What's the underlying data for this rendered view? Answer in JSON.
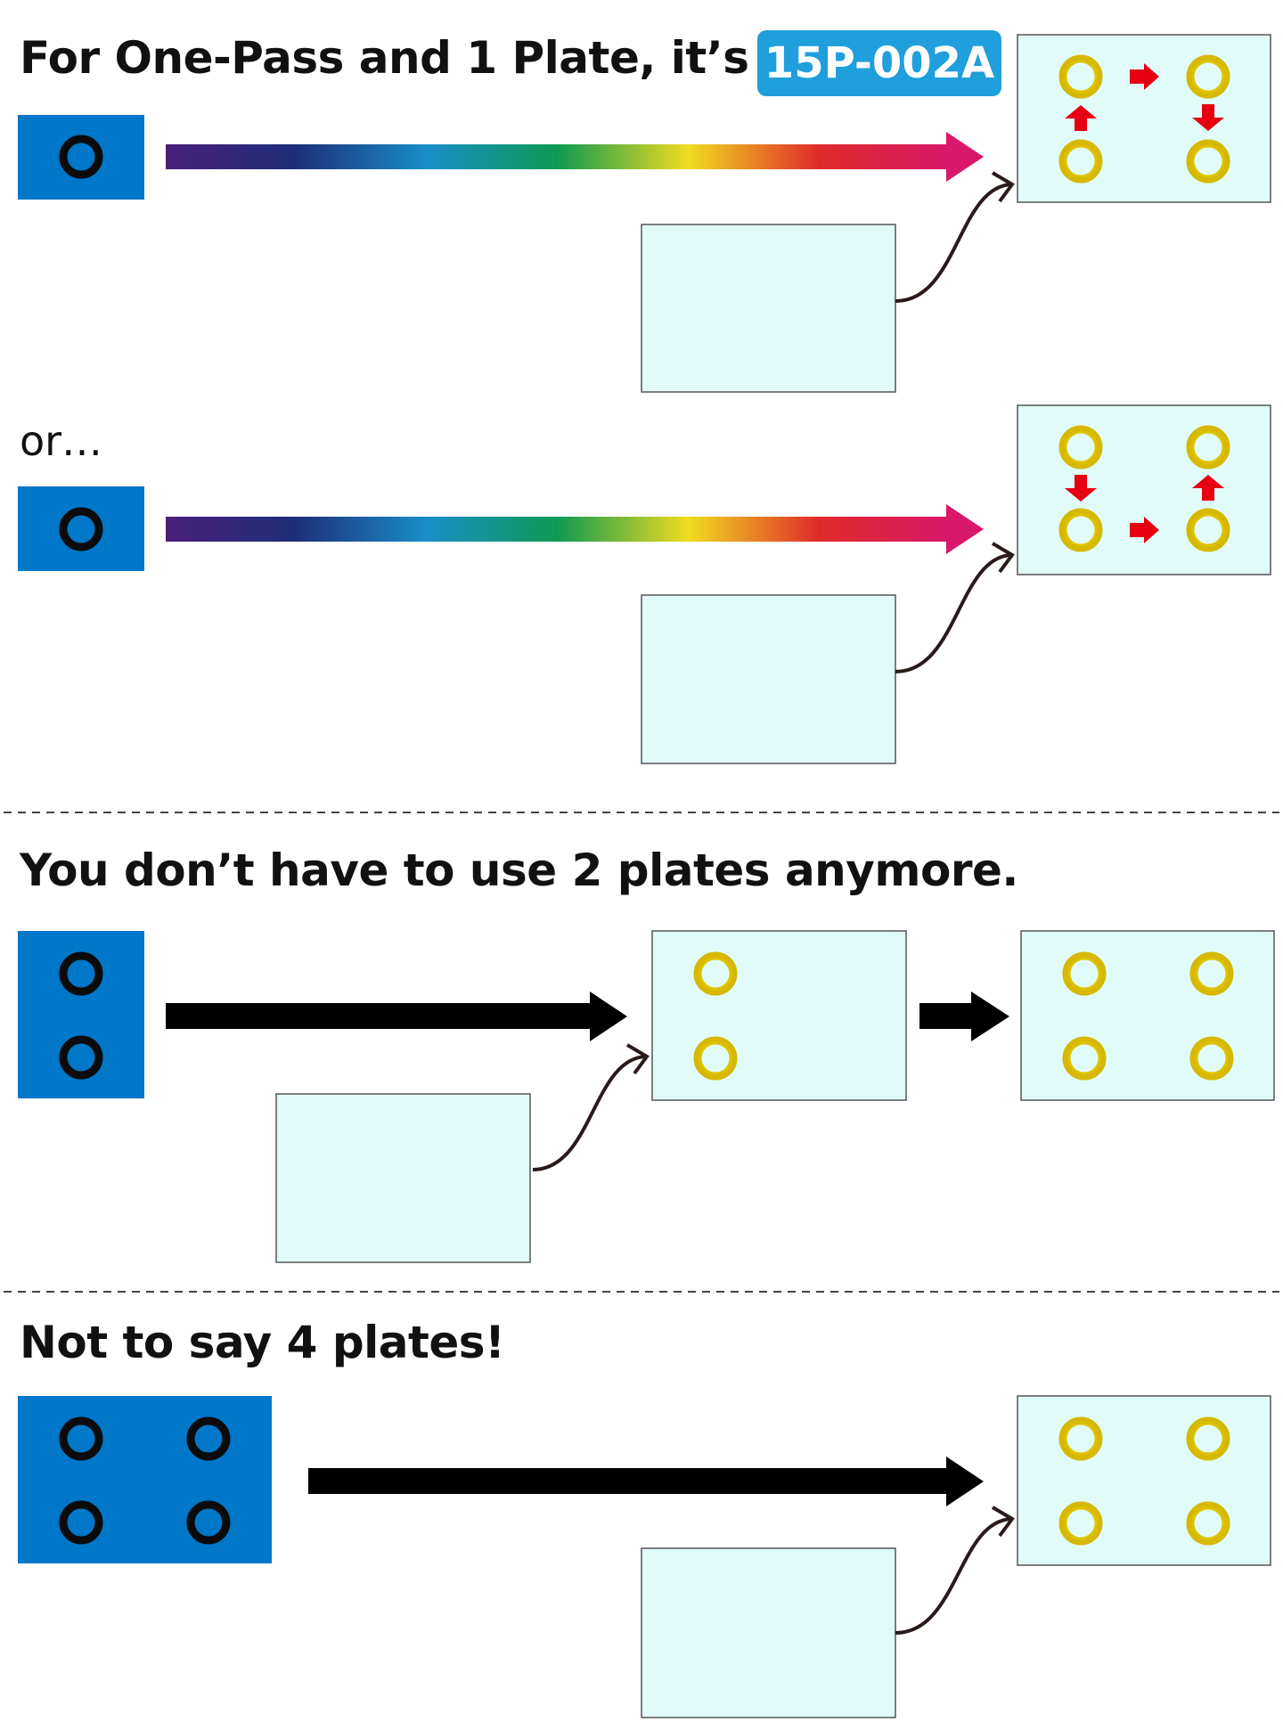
{
  "colors": {
    "plate_blue": "#0077c8",
    "plate_light": "#e1fcf8",
    "ring_yellow": "#eed300",
    "hole_black": "#0b0b0b",
    "arrow_red": "#e60012",
    "badge_blue": "#1f9fdc",
    "connector": "#2a1a1a",
    "gradient": [
      "#4a1f7a",
      "#1d2f7a",
      "#1a8ec8",
      "#0f9a52",
      "#f0dc20",
      "#e02a2a",
      "#d9186a"
    ]
  },
  "sections": [
    {
      "heading": "For One-Pass and 1 Plate, it’s",
      "badge": "15P-002A"
    },
    {
      "subheading": "or…"
    },
    {
      "heading": "You don’t have to use 2 plates anymore."
    },
    {
      "heading": "Not to say 4 plates!"
    }
  ]
}
